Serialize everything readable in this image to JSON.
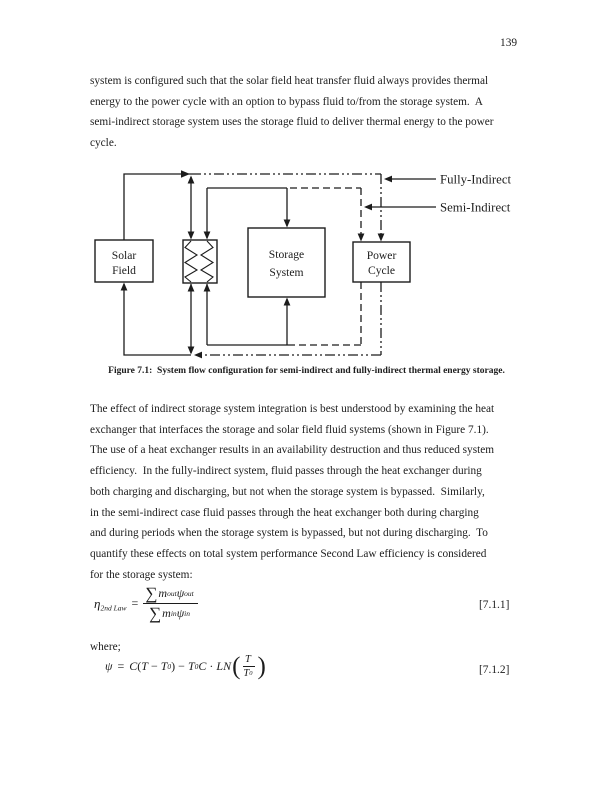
{
  "page": {
    "number": "139"
  },
  "body": {
    "paragraph1_lines": [
      "system is configured such that the solar field heat transfer fluid always provides thermal",
      "energy to the power cycle with an option to bypass fluid to/from the storage system.  A",
      "semi-indirect storage system uses the storage fluid to deliver thermal energy to the power",
      "cycle."
    ],
    "paragraph2_lines": [
      "The effect of indirect storage system integration is best understood by examining the heat",
      "exchanger that interfaces the storage and solar field fluid systems (shown in Figure 7.1).",
      "The use of a heat exchanger results in an availability destruction and thus reduced system",
      "efficiency.  In the fully-indirect system, fluid passes through the heat exchanger during",
      "both charging and discharging, but not when the storage system is bypassed.  Similarly,",
      "in the semi-indirect case fluid passes through the heat exchanger both during charging",
      "and during periods when the storage system is bypassed, but not during discharging.  To",
      "quantify these effects on total system performance Second Law efficiency is considered",
      "for the storage system:"
    ]
  },
  "figure": {
    "solar_field": [
      "Solar",
      "Field"
    ],
    "storage_system": [
      "Storage",
      "System"
    ],
    "power_cycle": [
      "Power",
      "Cycle"
    ],
    "fully_indirect_label": "Fully-Indirect",
    "semi_indirect_label": "Semi-Indirect",
    "caption": "Figure 7.1:  System flow configuration for semi-indirect and fully-indirect thermal energy storage."
  },
  "equations": {
    "where_label": "where;",
    "eq1": {
      "lhs": "η",
      "lhs_sub": "2nd Law",
      "equals": "=",
      "sum": "∑",
      "m": "m",
      "psi": "ψ",
      "sub_out": "out",
      "sub_in": "in",
      "number": "[7.1.1]"
    },
    "eq2": {
      "lhs": "ψ",
      "equals": "=",
      "C": "C",
      "open": "(",
      "T": "T",
      "minus": "−",
      "sub_zero": "0",
      "close": ")",
      "dot": "·",
      "ln": "LN",
      "number": "[7.1.2]"
    }
  }
}
